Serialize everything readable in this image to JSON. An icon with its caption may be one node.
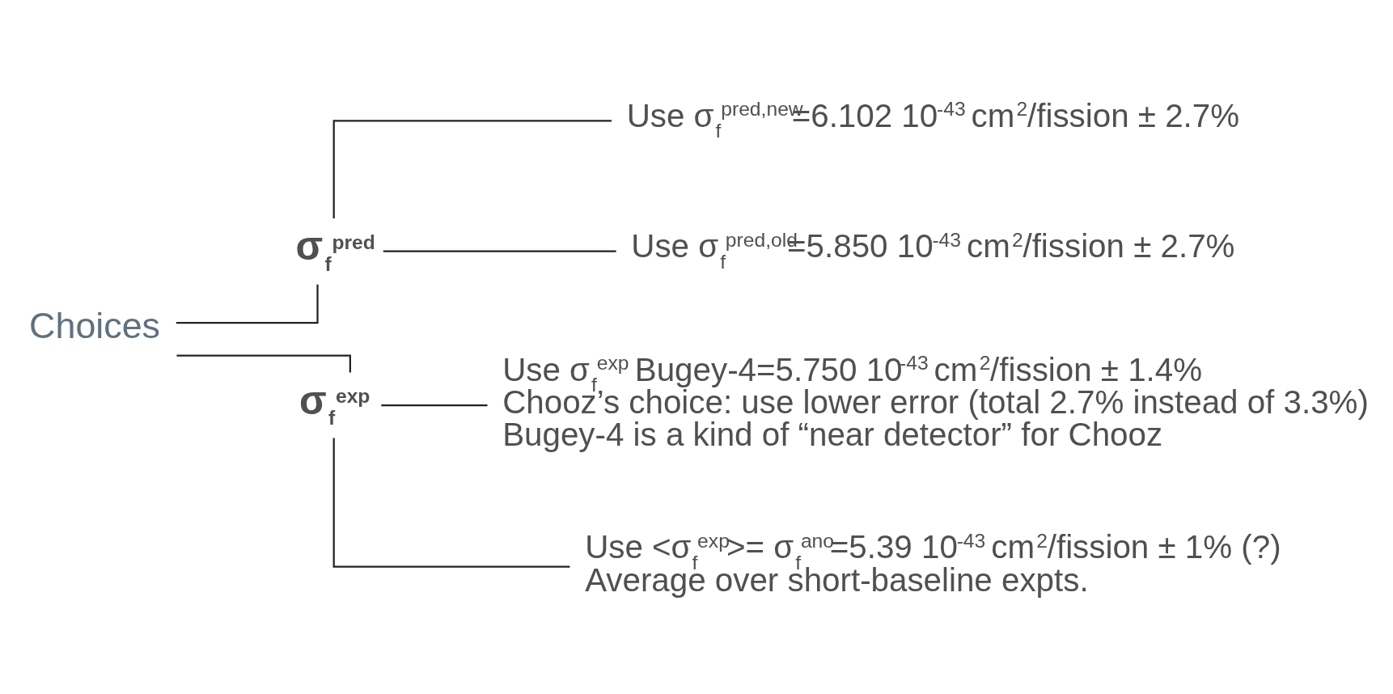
{
  "diagram": {
    "nodes": [
      {
        "text": [
          "Choices"
        ]
      },
      {
        "text": [
          "σ$_{f}$$^{pred}$"
        ]
      },
      {
        "text": [
          "Use σ$_{f}$$^{pred,new}$=6.102 10$^{-43}$ cm$^{2}$/fission ± 2.7%"
        ]
      },
      {
        "text": [
          "Use σ$_{f}$$^{pred,old}$=5.850 10$^{-43}$ cm$^{2}$/fission ± 2.7%"
        ]
      },
      {
        "text": [
          "σ$_{f}$$^{exp}$"
        ]
      },
      {
        "text": [
          "Use σ$_{f}$$^{exp}$ Bugey-4=5.750 10$^{-43}$ cm$^{2}$/fission ± 1.4%",
          "Chooz’s choice: use lower error (total 2.7% instead of 3.3%)",
          "Bugey-4 is a kind of “near detector” for Chooz"
        ]
      },
      {
        "text": [
          "Use <σ$_{f}$$^{exp}$>= σ$_{f}$$^{ano}$=5.39 10$^{-43}$ cm$^{2}$/fission ± 1% (?)",
          "Average over short-baseline expts."
        ]
      }
    ],
    "edges": [
      {
        "from": 0,
        "to": 1,
        "arrow": "none"
      },
      {
        "from": 0,
        "to": 4,
        "arrow": "none"
      },
      {
        "from": 1,
        "to": 2,
        "arrow": "none"
      },
      {
        "from": 1,
        "to": 3,
        "arrow": "none"
      },
      {
        "from": 4,
        "to": 5,
        "arrow": "none"
      },
      {
        "from": 4,
        "to": 6,
        "arrow": "none"
      }
    ]
  }
}
